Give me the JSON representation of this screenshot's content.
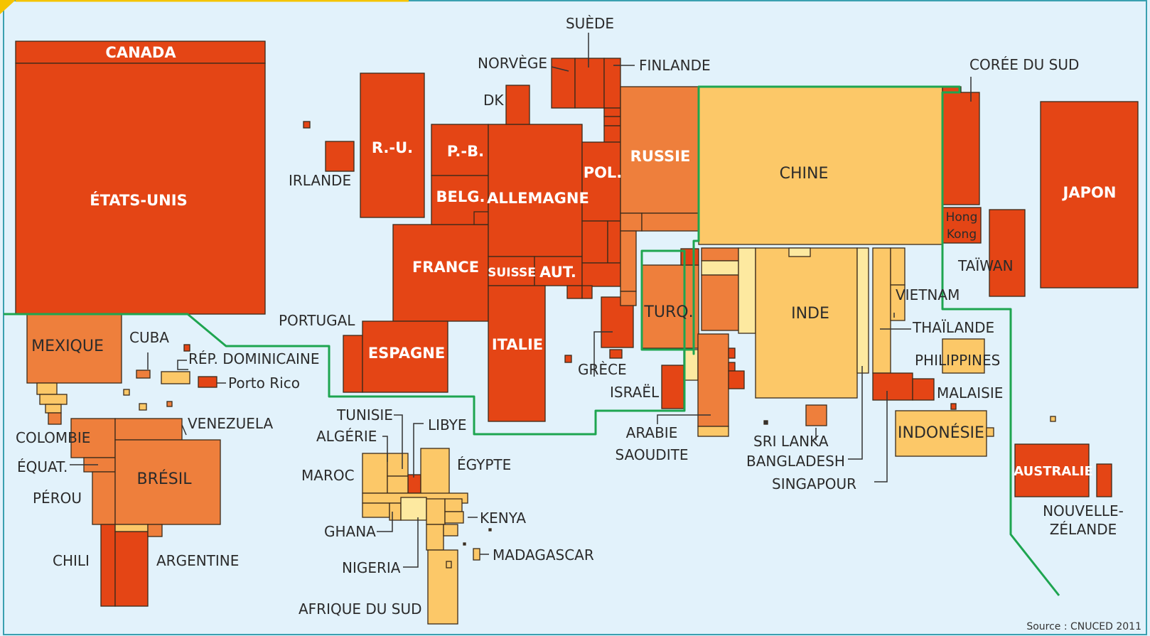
{
  "colors": {
    "background": "#e2f2fb",
    "frame": "#3aa0b0",
    "dark_red": "#e44515",
    "orange": "#ee7f3c",
    "light_orange": "#fcc868",
    "pale_yellow": "#fde9a0",
    "divide_line": "#1ea550"
  },
  "labels": {
    "canada": "CANADA",
    "etats_unis": "ÉTATS-UNIS",
    "mexique": "MEXIQUE",
    "cuba": "CUBA",
    "rep_dominicaine": "RÉP. DOMINICAINE",
    "porto_rico": "Porto Rico",
    "venezuela": "VENEZUELA",
    "colombie": "COLOMBIE",
    "equat": "ÉQUAT.",
    "perou": "PÉROU",
    "bresil": "BRÉSIL",
    "chili": "CHILI",
    "argentine": "ARGENTINE",
    "irlande": "IRLANDE",
    "ru": "R.-U.",
    "portugal": "PORTUGAL",
    "espagne": "ESPAGNE",
    "france": "FRANCE",
    "pb": "P.-B.",
    "belg": "BELG.",
    "allemagne": "ALLEMAGNE",
    "dk": "DK",
    "norvege": "NORVÈGE",
    "suede": "SUÈDE",
    "finlande": "FINLANDE",
    "suisse": "SUISSE",
    "aut": "AUT.",
    "italie": "ITALIE",
    "pol": "POL.",
    "russie": "RUSSIE",
    "grece": "GRÈCE",
    "turq": "TURQ.",
    "israel": "ISRAËL",
    "arabie_saoudite_1": "ARABIE",
    "arabie_saoudite_2": "SAOUDITE",
    "tunisie": "TUNISIE",
    "algerie": "ALGÉRIE",
    "libye": "LIBYE",
    "maroc": "MAROC",
    "egypte": "ÉGYPTE",
    "kenya": "KENYA",
    "ghana": "GHANA",
    "nigeria": "NIGERIA",
    "madagascar": "MADAGASCAR",
    "afrique_du_sud": "AFRIQUE DU SUD",
    "chine": "CHINE",
    "inde": "INDE",
    "sri_lanka": "SRI LANKA",
    "bangladesh": "BANGLADESH",
    "singapour": "SINGAPOUR",
    "coree_du_sud": "CORÉE DU SUD",
    "hong": "Hong",
    "kong": "Kong",
    "taiwan": "TAÏWAN",
    "japon": "JAPON",
    "vietnam": "VIETNAM",
    "thailande": "THAÏLANDE",
    "philippines": "PHILIPPINES",
    "malaisie": "MALAISIE",
    "indonesie": "INDONÉSIE",
    "australie": "AUSTRALIE",
    "nouvelle_zelande_1": "NOUVELLE-",
    "nouvelle_zelande_2": "ZÉLANDE"
  },
  "source": "Source : CNUCED 2011"
}
